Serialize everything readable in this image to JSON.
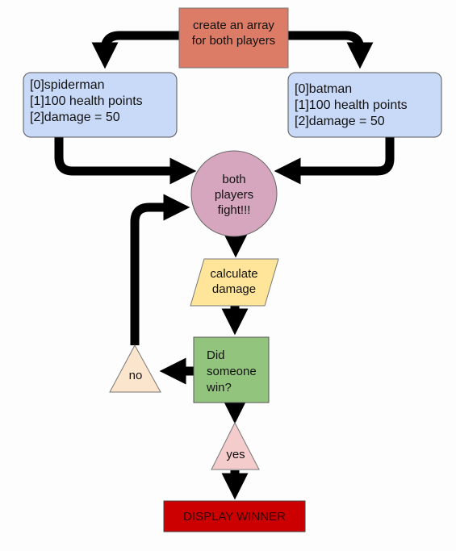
{
  "nodes": {
    "create_array": {
      "lines": [
        "create an array",
        "for both players"
      ],
      "color": "#dc7b66"
    },
    "spiderman": {
      "lines": [
        "[0]spiderman",
        "[1]100 health points",
        "[2]damage = 50"
      ],
      "color": "#c9daf8"
    },
    "batman": {
      "lines": [
        "[0]batman",
        "[1]100 health points",
        "[2]damage = 50"
      ],
      "color": "#c9daf8"
    },
    "fight": {
      "lines": [
        "both",
        "players",
        "fight!!!"
      ],
      "color": "#d5a6bd"
    },
    "calculate": {
      "lines": [
        "calculate",
        "damage"
      ],
      "color": "#ffe599"
    },
    "decision": {
      "lines": [
        "Did",
        "someone",
        "win?"
      ],
      "color": "#93c47d"
    },
    "no": {
      "label": "no",
      "color": "#fce5cd"
    },
    "yes": {
      "label": "yes",
      "color": "#f4cccc"
    },
    "winner": {
      "label": "DISPLAY WINNER",
      "color": "#cc0000",
      "text_color": "#330000"
    }
  },
  "colors": {
    "arrow": "#000000",
    "outline": "#555555",
    "background": "#fdfdfd"
  }
}
